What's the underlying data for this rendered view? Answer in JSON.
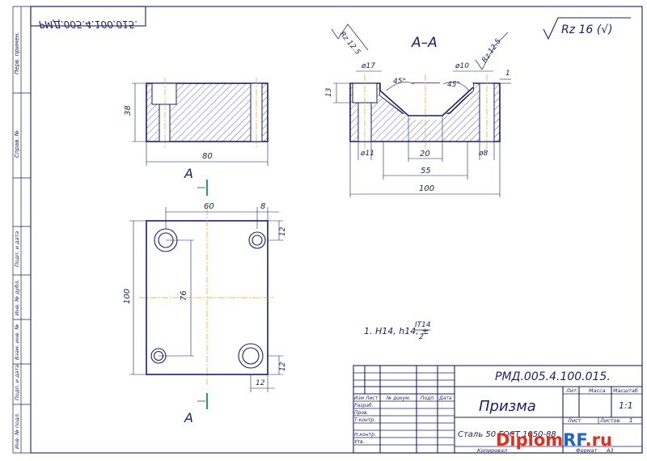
{
  "drawing": {
    "designation": "РМД.005.4.100.015.",
    "designation_mirror": "РМД.005.4.100.015.",
    "section_title": "А–А",
    "cut_label": "А",
    "roughness_general": "Rz 16 (√)",
    "roughness_local": "Rz 12.5",
    "tolerance_note_main": "1. H14, h14, ±",
    "tolerance_note_num": "IT14",
    "tolerance_note_den": "2"
  },
  "dimensions": {
    "front_height": "38",
    "front_width": "80",
    "top_hole_span": "60",
    "top_offset_right": "8",
    "top_offset_top": "12",
    "top_height": "100",
    "top_hole_vertical": "76",
    "top_offset_bottom": "12",
    "top_offset_bottom_right": "12",
    "sec_d17": "ø17",
    "sec_d10": "ø10",
    "sec_d11": "ø11",
    "sec_d8": "ø8",
    "sec_angle_left": "45°",
    "sec_angle_right": "45°",
    "sec_depth": "13",
    "sec_right_gap": "1",
    "sec_groove": "20",
    "sec_holes": "55",
    "sec_total": "100"
  },
  "title_block": {
    "designation": "РМД.005.4.100.015.",
    "name": "Призма",
    "material": "Сталь 50 ГОСТ 1050-88",
    "col_change": "Изм",
    "col_sheet": "Лист",
    "col_doc": "№ докум.",
    "col_sign": "Подп.",
    "col_date": "Дата",
    "row_dev": "Разраб.",
    "row_check": "Пров.",
    "row_tcontrol": "Т.контр.",
    "row_ncontrol": "Н.контр.",
    "row_approve": "Утв.",
    "h_lit": "Лит.",
    "h_mass": "Масса",
    "h_scale": "Масштаб",
    "scale": "1:1",
    "h_sheet": "Лист",
    "h_sheets": "Листов",
    "sheets_count": "1",
    "copied": "Копировал",
    "format": "Формат",
    "format_val": "А3"
  },
  "left_strip": {
    "perv_primen": "Перв. примен.",
    "sprav": "Справ. №",
    "podp_data_1": "Подп. и дата",
    "inv_dubl": "Инв. № дубл.",
    "vzam_inv": "Взам. инв. №",
    "podp_data_2": "Подп. и дата",
    "inv_podl": "Инв. № подл."
  },
  "watermark": {
    "part1": "Diplom",
    "part2": "RF",
    "part3": ".ru"
  },
  "colors": {
    "ink": "#1a1f6a",
    "axis": "#e0a020",
    "cut_mark": "#19a27a",
    "watermark_red": "#e0301e",
    "watermark_blue": "#1e64c8"
  }
}
